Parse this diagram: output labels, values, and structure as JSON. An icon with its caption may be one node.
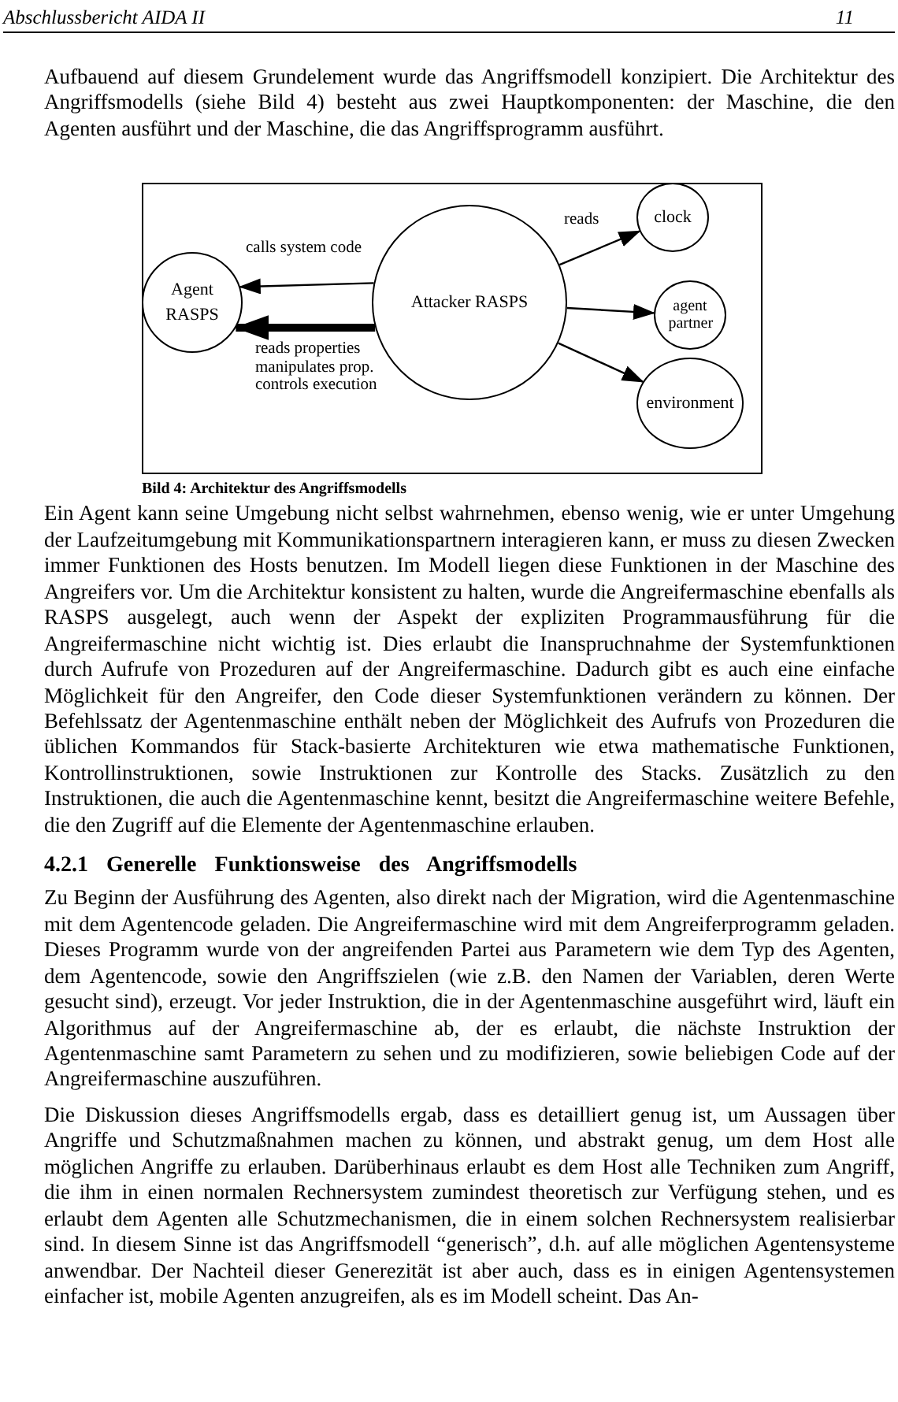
{
  "diagram": {
    "caption": "Bild 4: Architektur des Angriffsmodells",
    "nodes": [
      {
        "text": [
          "Agent RASPS"
        ]
      },
      {
        "text": [
          "Attacker RASPS"
        ]
      },
      {
        "text": [
          "clock"
        ]
      },
      {
        "text": [
          "agent partner"
        ]
      },
      {
        "text": [
          "environment"
        ]
      }
    ],
    "edges": [
      {
        "from": 1,
        "to": 0,
        "arrow": "to",
        "label": "calls system code"
      },
      {
        "from": 1,
        "to": 0,
        "arrow": "to",
        "label": "reads properties manipulates prop. controls execution",
        "style": "thick"
      },
      {
        "from": 1,
        "to": 2,
        "arrow": "to",
        "label": "reads"
      },
      {
        "from": 1,
        "to": 3,
        "arrow": "to"
      },
      {
        "from": 1,
        "to": 4,
        "arrow": "to"
      }
    ],
    "labels": [
      "Abschlussbericht AIDA II",
      "11",
      "Aufbauend auf diesem Grundelement wurde das Angriffsmodell konzipiert. Die Architektur des Angriffsmodells (siehe Bild 4) besteht aus zwei Hauptkomponenten: der Maschine, die den Agenten ausführt und der Maschine, die das Angriffsprogramm ausführt.",
      "Ein Agent kann seine Umgebung nicht selbst wahrnehmen, ebenso wenig, wie er unter Umgehung der Laufzeitumgebung mit Kommunikationspartnern interagieren kann, er muss zu diesen Zwecken immer Funktionen des Hosts benutzen. Im Modell liegen diese Funktionen in der Maschine des Angreifers vor. Um die Architektur konsistent zu halten, wurde die Angreifermaschine ebenfalls als RASPS ausgelegt, auch wenn der Aspekt der expliziten Programmausführung für die Angreifermaschine nicht wichtig ist. Dies erlaubt die Inanspruchnahme der Systemfunktionen durch Aufrufe von Prozeduren auf der Angreifermaschine. Dadurch gibt es auch eine einfache Möglichkeit für den Angreifer, den Code dieser Systemfunktionen verändern zu können. Der Befehlssatz der Agentenmaschine enthält neben der Möglichkeit des Aufrufs von Prozeduren die üblichen Kommandos für Stack-basierte Architekturen wie etwa mathematische Funktionen, Kontrollinstruktionen, sowie Instruktionen zur Kontrolle des Stacks. Zusätzlich zu den Instruktionen, die auch die Agentenmaschine kennt, besitzt die Angreifermaschine weitere Befehle, die den Zugriff auf die Elemente der Agentenmaschine erlauben.",
      "4.2.1 Generelle Funktionsweise des Angriffsmodells",
      "Zu Beginn der Ausführung des Agenten, also direkt nach der Migration, wird die Agentenmaschine mit dem Agentencode geladen. Die Angreifermaschine wird mit dem Angreiferprogramm geladen. Dieses Programm wurde von der angreifenden Partei aus Parametern wie dem Typ des Agenten, dem Agentencode, sowie den Angriffszielen (wie z.B. den Namen der Variablen, deren Werte gesucht sind), erzeugt. Vor jeder Instruktion, die in der Agentenmaschine ausgeführt wird, läuft ein Algorithmus auf der Angreifermaschine ab, der es erlaubt, die nächste Instruktion der Agentenmaschine samt Parametern zu sehen und zu modifizieren, sowie beliebigen Code auf der Angreifermaschine auszuführen.",
      "Die Diskussion dieses Angriffsmodells ergab, dass es detailliert genug ist, um Aussagen über Angriffe und Schutzmaßnahmen machen zu können, und abstrakt genug, um dem Host alle möglichen Angriffe zu erlauben. Darüberhinaus erlaubt es dem Host alle Techniken zum Angriff, die ihm in einen normalen Rechnersystem zumindest theoretisch zur Verfügung stehen, und es erlaubt dem Agenten alle Schutzmechanismen, die in einem solchen Rechnersystem realisierbar sind. In diesem Sinne ist das Angriffsmodell “generisch”, d.h. auf alle möglichen Agentensysteme anwendbar. Der Nachteil dieser Generezität ist aber auch, dass es in einigen Agentensystemen einfacher ist, mobile Agenten anzugreifen, als es im Modell scheint. Das An-"
    ]
  }
}
